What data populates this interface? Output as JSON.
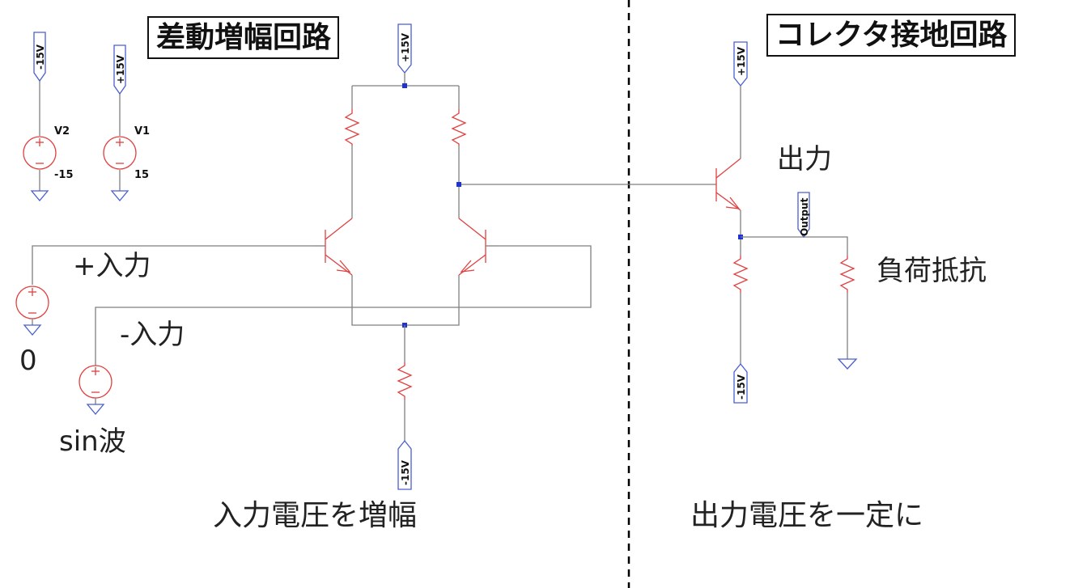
{
  "sections": {
    "left_title": "差動増幅回路",
    "right_title": "コレクタ接地回路",
    "left_caption": "入力電圧を増幅",
    "right_caption": "出力電圧を一定に"
  },
  "labels": {
    "plus_input": "+入力",
    "minus_input": "-入力",
    "zero": "0",
    "sine": "sin波",
    "output": "出力",
    "load_resistor": "負荷抵抗"
  },
  "sources": {
    "v2_name": "V2",
    "v2_value": "-15",
    "v1_name": "V1",
    "v1_value": "15"
  },
  "nets": {
    "pos": "+15V",
    "neg": "-15V",
    "output": "Output"
  },
  "colors": {
    "wire": "#7f7f7f",
    "component": "#e04040",
    "ground_and_nets": "#4a5fd0",
    "junction": "#1e32d6"
  }
}
